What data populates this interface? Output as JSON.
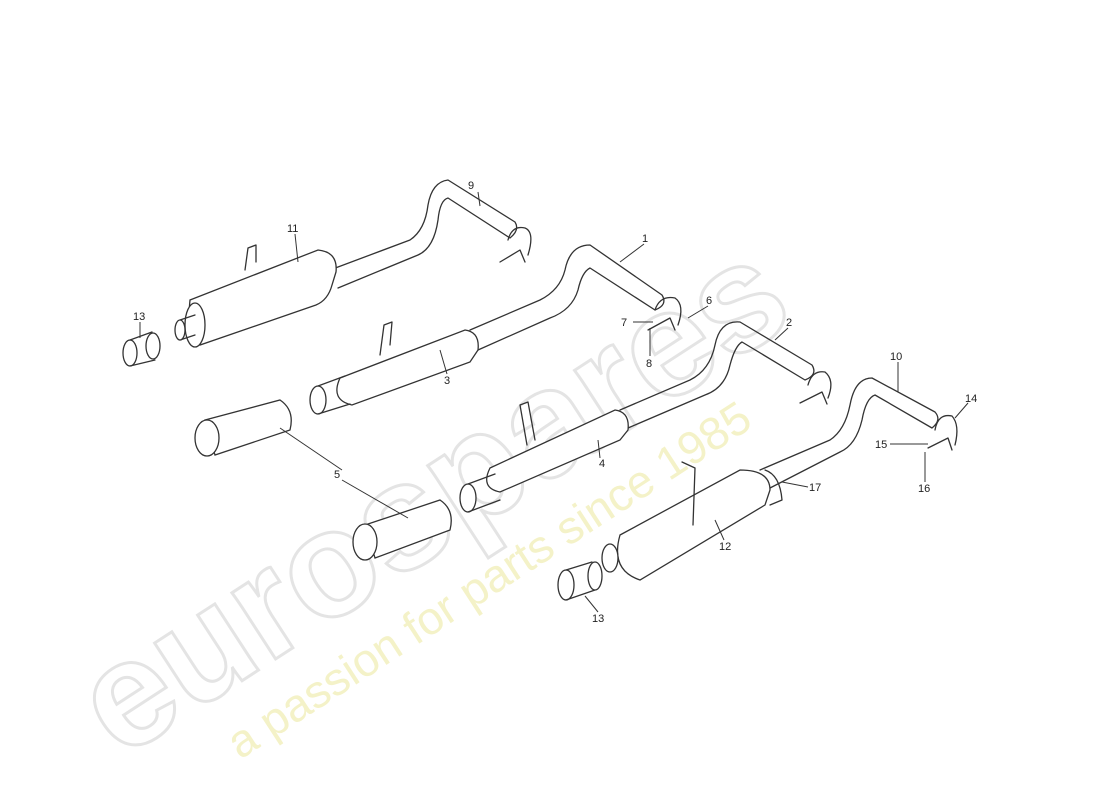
{
  "watermark": {
    "brand": "eurospares",
    "tagline": "a passion for parts since 1985"
  },
  "callouts": [
    {
      "id": "9",
      "text": "9"
    },
    {
      "id": "11",
      "text": "11"
    },
    {
      "id": "13a",
      "text": "13"
    },
    {
      "id": "1",
      "text": "1"
    },
    {
      "id": "6",
      "text": "6"
    },
    {
      "id": "7",
      "text": "7"
    },
    {
      "id": "8",
      "text": "8"
    },
    {
      "id": "3",
      "text": "3"
    },
    {
      "id": "2",
      "text": "2"
    },
    {
      "id": "10",
      "text": "10"
    },
    {
      "id": "14",
      "text": "14"
    },
    {
      "id": "15",
      "text": "15"
    },
    {
      "id": "16",
      "text": "16"
    },
    {
      "id": "5",
      "text": "5"
    },
    {
      "id": "4",
      "text": "4"
    },
    {
      "id": "17",
      "text": "17"
    },
    {
      "id": "12",
      "text": "12"
    },
    {
      "id": "13b",
      "text": "13"
    }
  ]
}
